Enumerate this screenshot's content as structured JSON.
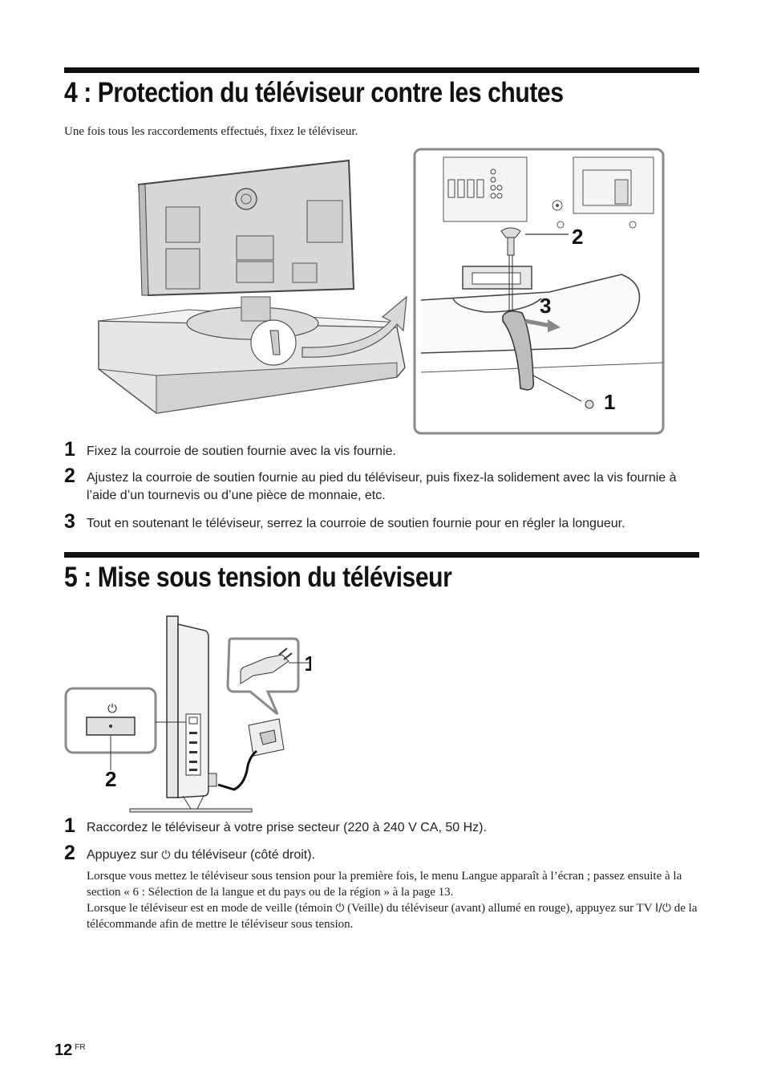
{
  "section4": {
    "title": "4 : Protection du téléviseur contre les chutes",
    "intro": "Une fois tous les raccordements effectués, fixez le téléviseur.",
    "figure_callouts": [
      "2",
      "3",
      "1"
    ],
    "steps": [
      {
        "num": "1",
        "text": "Fixez la courroie de soutien fournie avec la vis fournie."
      },
      {
        "num": "2",
        "text": "Ajustez la courroie de soutien fournie au pied du téléviseur, puis fixez-la solidement avec la vis fournie à l’aide d’un tournevis ou d’une pièce de monnaie, etc."
      },
      {
        "num": "3",
        "text": "Tout en soutenant le téléviseur, serrez la courroie de soutien fournie pour en régler la longueur."
      }
    ]
  },
  "section5": {
    "title": "5 : Mise sous tension du téléviseur",
    "figure_callouts": [
      "1",
      "2"
    ],
    "steps": [
      {
        "num": "1",
        "text": "Raccordez le téléviseur à votre prise secteur (220 à 240 V CA, 50 Hz)."
      },
      {
        "num": "2",
        "text_before": "Appuyez sur",
        "power_symbol": "⏻",
        "text_after": "du téléviseur (côté droit)."
      }
    ],
    "note1": "Lorsque vous mettez le téléviseur sous tension pour la première fois, le menu Langue apparaît à l’écran ; passez ensuite à la section « 6 : Sélection de la langue et du pays ou de la région » à la page 13.",
    "note2_part1": "Lorsque le téléviseur est en mode de veille (témoin",
    "note2_symbol": "⏻",
    "note2_part2": "(Veille) du téléviseur (avant) allumé en rouge), appuyez sur TV",
    "note2_tv_symbol": "I/⏻",
    "note2_part3": "de la télécommande afin de mettre le téléviseur sous tension."
  },
  "footer": {
    "page_number": "12",
    "language": "FR"
  }
}
